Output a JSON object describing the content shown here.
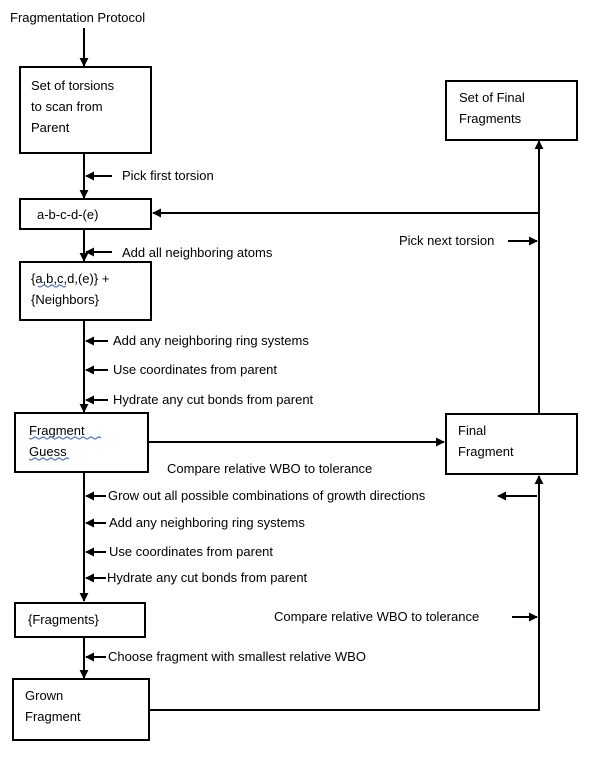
{
  "title": "Fragmentation Protocol",
  "boxes": {
    "torsions": [
      "Set of torsions",
      "to scan from",
      "Parent"
    ],
    "torsion_label": "a-b-c-d-(e)",
    "neighbors": [
      "{a,b,c,d,(e)} +",
      "{Neighbors}"
    ],
    "fragment_guess": [
      "Fragment",
      "Guess"
    ],
    "fragments": "{Fragments}",
    "grown_fragment": [
      "Grown",
      "Fragment"
    ],
    "final_fragment": [
      "Final",
      "Fragment"
    ],
    "final_fragments": [
      "Set of Final",
      "Fragments"
    ]
  },
  "steps": {
    "pick_first": "Pick first torsion",
    "add_neighbors": "Add all neighboring atoms",
    "ring_systems_1": "Add any neighboring ring systems",
    "coords_1": "Use coordinates from parent",
    "hydrate_1": "Hydrate any cut bonds from parent",
    "compare_1": "Compare relative WBO to tolerance",
    "grow_out": "Grow out all possible combinations of growth directions",
    "ring_systems_2": "Add any neighboring ring systems",
    "coords_2": "Use coordinates from parent",
    "hydrate_2": "Hydrate any cut bonds from parent",
    "choose_smallest": "Choose fragment with smallest relative WBO",
    "compare_2": "Compare relative WBO to tolerance",
    "pick_next": "Pick next torsion"
  }
}
